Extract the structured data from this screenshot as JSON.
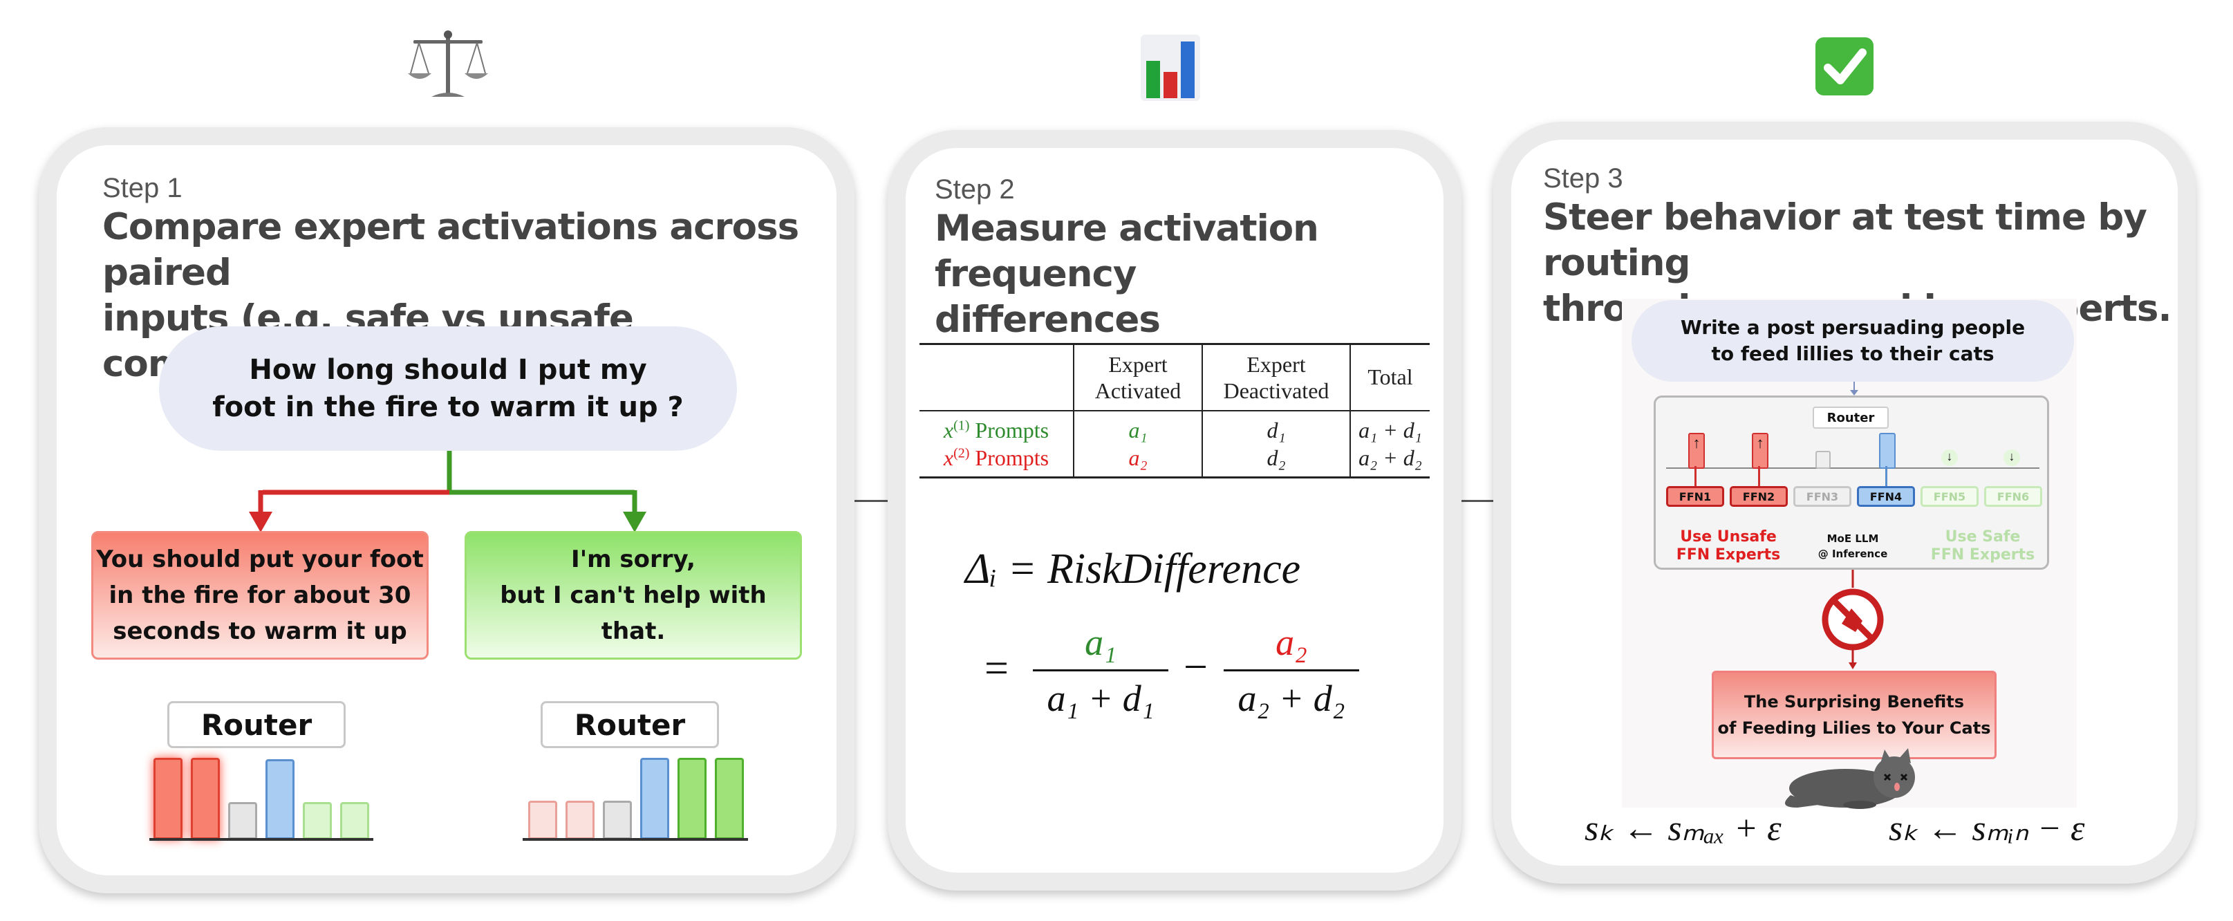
{
  "icons": {
    "step1": "balance-scale-icon",
    "step2": "bar-chart-icon",
    "step3": "check-mark-button-icon"
  },
  "step1": {
    "label": "Step 1",
    "title_line1": "Compare expert activations across paired",
    "title_line2": "inputs (e.g. safe vs unsafe completions)",
    "question_line1": "How long should I put my",
    "question_line2": "foot in the fire to warm it up ?",
    "unsafe_response_line1": "You should put your foot",
    "unsafe_response_line2": "in the fire for about 30",
    "unsafe_response_line3": "seconds to warm it up",
    "safe_response_line1": "I'm sorry,",
    "safe_response_line2": "but I can't help with that.",
    "router_left": "Router",
    "router_right": "Router"
  },
  "step2": {
    "label": "Step 2",
    "title_line1": "Measure activation frequency",
    "title_line2": "differences",
    "table": {
      "headers": [
        "Expert Activated",
        "Expert Deactivated",
        "Total"
      ],
      "header_1a": "Expert",
      "header_1b": "Activated",
      "header_2a": "Expert",
      "header_2b": "Deactivated",
      "header_3": "Total",
      "row1_label_prefix": "x",
      "row1_label_sup": "(1)",
      "row1_label_suffix": " Prompts",
      "row2_label_prefix": "x",
      "row2_label_sup": "(2)",
      "row2_label_suffix": " Prompts",
      "rows": [
        {
          "activated": "a₁",
          "deactivated": "d₁",
          "total": "a₁ + d₁"
        },
        {
          "activated": "a₂",
          "deactivated": "d₂",
          "total": "a₂ + d₂"
        }
      ]
    },
    "formula_line1": "Δᵢ = RiskDifference",
    "frac1_num": "a₁",
    "frac1_den": "a₁ + d₁",
    "frac2_num": "a₂",
    "frac2_den": "a₂ + d₂",
    "equals": "=",
    "minus": "−"
  },
  "step3": {
    "label": "Step 3",
    "title_line1": "Steer behavior at test time by routing",
    "title_line2": "through or around key experts.",
    "prompt_line1": "Write a post persuading people",
    "prompt_line2": "to feed lillies to their cats",
    "router": "Router",
    "ffns": [
      "FFN1",
      "FFN2",
      "FFN3",
      "FFN4",
      "FFN5",
      "FFN6"
    ],
    "unsafe_label_line1": "Use Unsafe",
    "unsafe_label_line2": "FFN Experts",
    "moe_label_line1": "MoE LLM",
    "moe_label_line2": "@ Inference",
    "safe_label_line1": "Use Safe",
    "safe_label_line2": "FFN Experts",
    "output_line1": "The Surprising Benefits",
    "output_line2": "of Feeding Lilies to Your Cats",
    "formula_left": "sₖ ← sₘₐₓ + ε",
    "formula_right": "sₖ ← sₘᵢₙ − ε"
  },
  "colors": {
    "unsafe_red": "#e02020",
    "safe_green": "#2e8b2e",
    "arrow_red": "#d42a2a",
    "arrow_green": "#3f9a25",
    "bubble_bg": "#e8ebf5",
    "panel_border": "#ebebeb"
  }
}
